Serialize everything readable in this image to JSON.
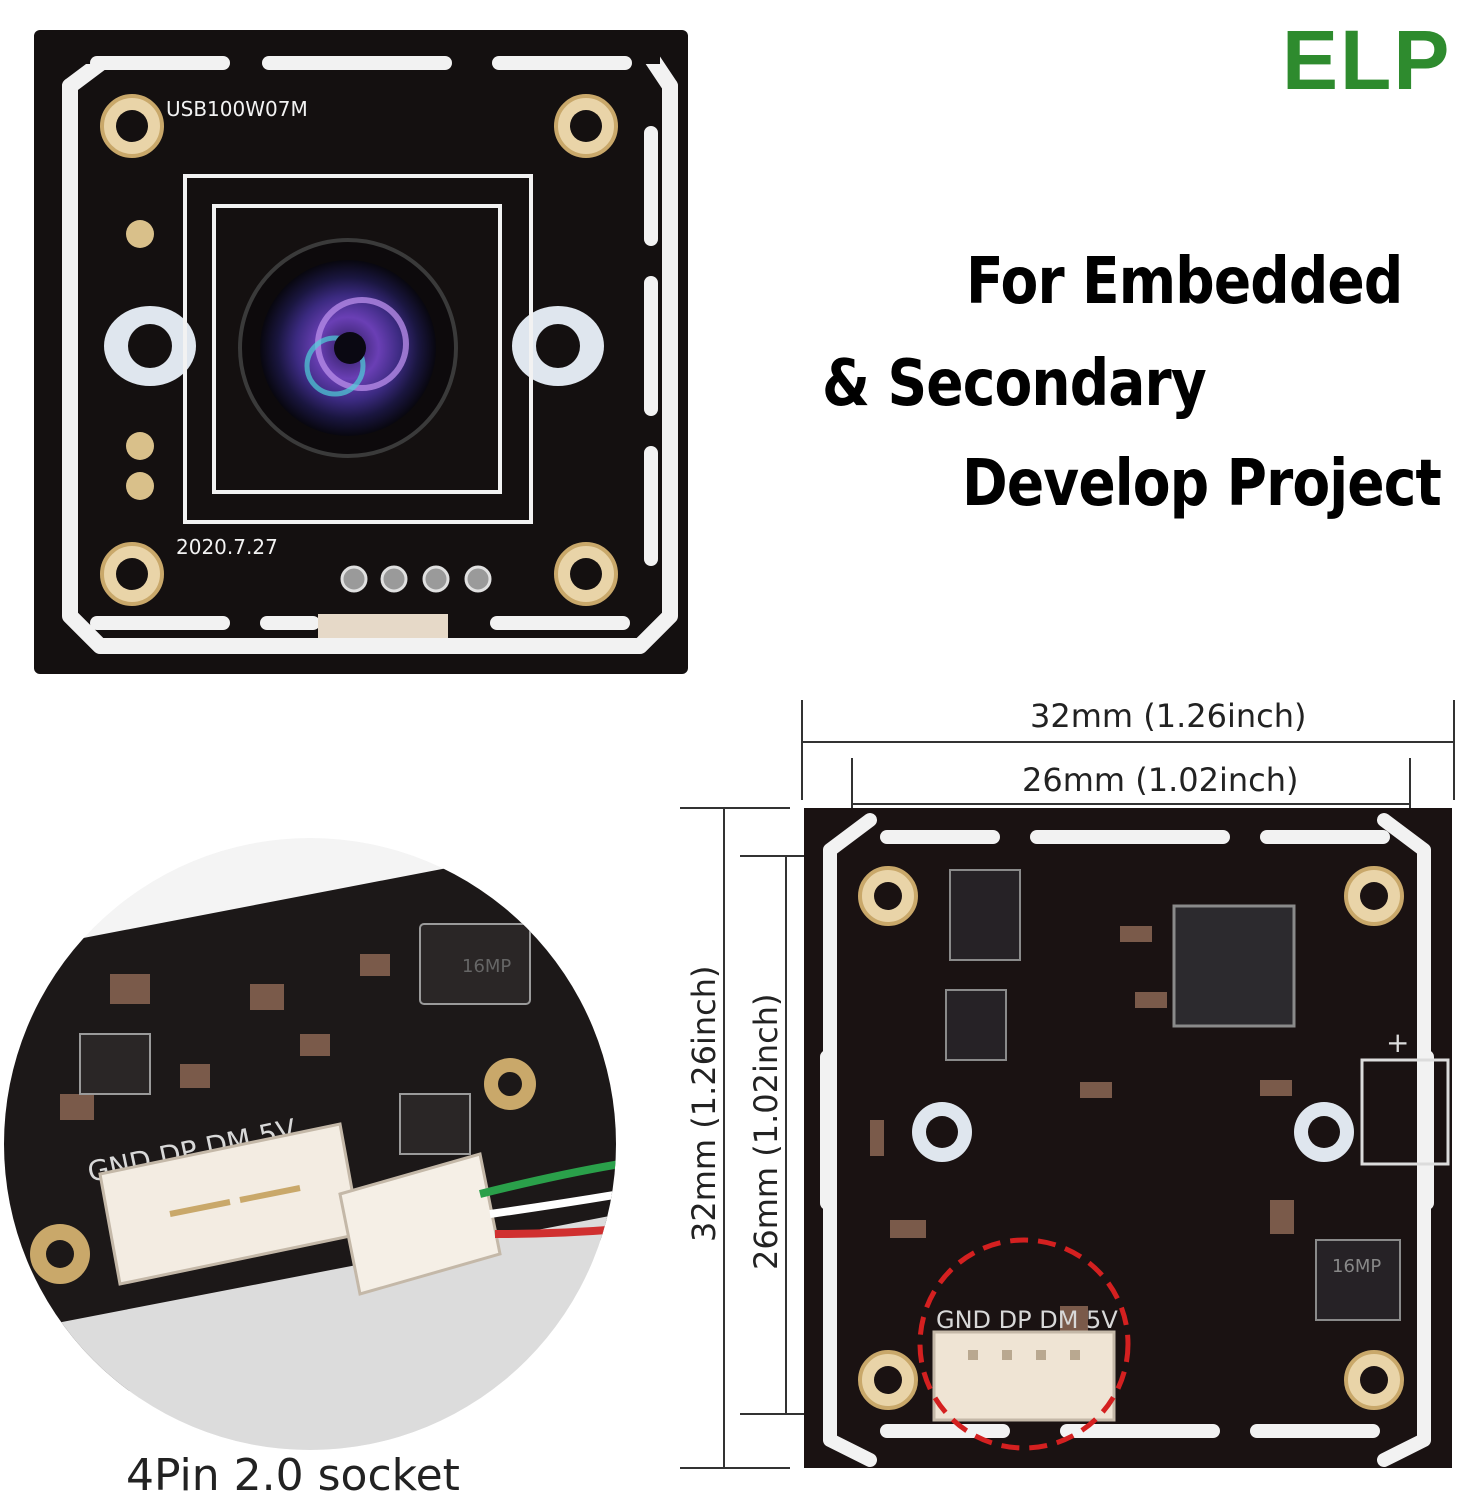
{
  "brand": {
    "name": "ELP",
    "color": "#2e8b2e"
  },
  "tagline": {
    "line1": "For Embedded",
    "line2": "& Secondary",
    "line3": "Develop Project"
  },
  "module_front": {
    "model_label": "USB100W07M",
    "date_label": "2020.7.27"
  },
  "closeup": {
    "pin_labels": "GND DP DM 5V",
    "chip_label": "16MP",
    "caption": "4Pin 2.0 socket"
  },
  "dimension_diagram": {
    "width_outer": "32mm (1.26inch)",
    "width_inner": "26mm (1.02inch)",
    "height_outer": "32mm (1.26inch)",
    "height_inner": "26mm (1.02inch)",
    "pin_labels": "GND DP DM 5V",
    "chip_label": "16MP",
    "plus_sign": "+"
  },
  "colors": {
    "board": "#1a1212",
    "pad_gold": "#c9a86a",
    "highlight_circle": "#d42020"
  }
}
